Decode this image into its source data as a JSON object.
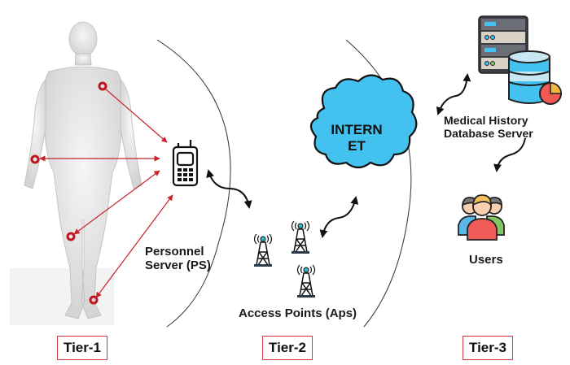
{
  "title": "Three-tier wireless body area network architecture",
  "tiers": [
    {
      "label": "Tier-1"
    },
    {
      "label": "Tier-2"
    },
    {
      "label": "Tier-3"
    }
  ],
  "nodes": {
    "personnel_server": {
      "line1": "Personnel",
      "line2": "Server (PS)",
      "icon": "handheld-device-icon"
    },
    "access_points": {
      "label": "Access Points (Aps)",
      "icon": "cell-tower-icon",
      "count": 3
    },
    "internet": {
      "line1": "INTERN",
      "line2": "ET",
      "icon": "cloud-icon"
    },
    "database": {
      "line1": "Medical History",
      "line2": "Database Server",
      "icon": "server-database-icon"
    },
    "users": {
      "label": "Users",
      "icon": "users-group-icon"
    }
  },
  "body": {
    "icon": "human-body-figure",
    "sensors": [
      "chest-sensor",
      "wrist-sensor",
      "knee-sensor",
      "ankle-sensor"
    ]
  },
  "colors": {
    "sensor": "#c0141e",
    "arrow_red": "#c8232b",
    "cloud": "#43c1ef",
    "tier_border": "#d33a3a",
    "tower_accent": "#2fb6c4"
  }
}
